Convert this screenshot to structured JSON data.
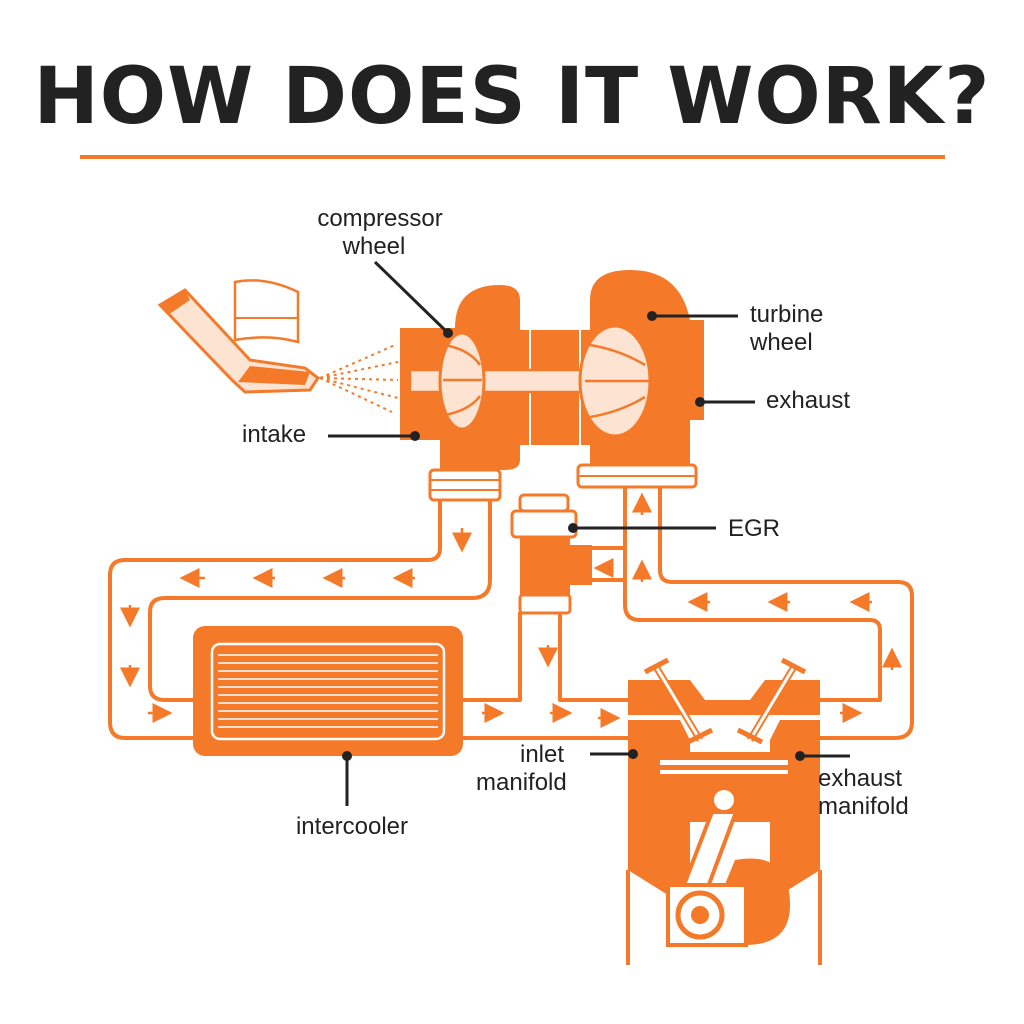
{
  "title": "HOW DOES IT WORK?",
  "colors": {
    "accent": "#f47a2a",
    "pale": "#fde3d1",
    "ink": "#222222"
  },
  "labels": {
    "compressor_wheel": [
      "compressor",
      "wheel"
    ],
    "turbine_wheel": [
      "turbine",
      "wheel"
    ],
    "exhaust": "exhaust",
    "intake": "intake",
    "egr": "EGR",
    "inlet_manifold": [
      "inlet",
      "manifold"
    ],
    "exhaust_manifold": [
      "exhaust",
      "manifold"
    ],
    "intercooler": "intercooler"
  }
}
